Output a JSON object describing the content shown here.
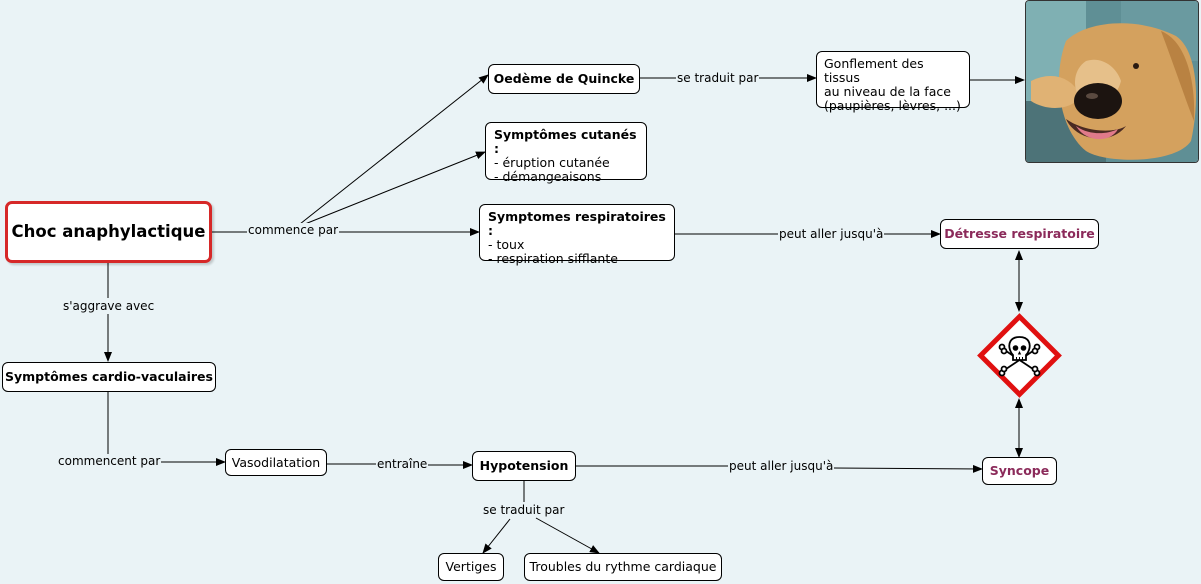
{
  "nodes": {
    "choc": "Choc anaphylactique",
    "oedeme": "Oedème de Quincke",
    "gonflement": [
      "Gonflement des tissus",
      "au niveau de la face",
      "(paupières, lèvres, ...)"
    ],
    "cutanes": {
      "title": "Symptômes cutanés :",
      "lines": [
        "- éruption cutanée",
        "- démangeaisons"
      ]
    },
    "respiratoires": {
      "title": "Symptomes respiratoires :",
      "lines": [
        "- toux",
        "- respiration sifflante"
      ]
    },
    "detresse": "Détresse respiratoire",
    "cardio": "Symptômes cardio-vaculaires",
    "vasodilatation": "Vasodilatation",
    "hypotension": "Hypotension",
    "syncope": "Syncope",
    "vertiges": "Vertiges",
    "troubles": "Troubles du rythme cardiaque"
  },
  "links": {
    "commence_par": "commence par",
    "se_traduit_par_1": "se traduit par",
    "peut_aller_1": "peut aller jusqu'à",
    "aggrave": "s'aggrave avec",
    "commencent_par": "commencent par",
    "entraine": "entraîne",
    "peut_aller_2": "peut aller jusqu'à",
    "se_traduit_par_2": "se traduit par"
  },
  "icons": {
    "danger": "skull-crossbones-hazard-icon",
    "photo": "swollen-dog-face-photo"
  },
  "colors": {
    "background": "#eaf3f6",
    "root_border": "#d62828",
    "accent_text": "#8b2a5a",
    "hazard_red": "#e01010"
  }
}
